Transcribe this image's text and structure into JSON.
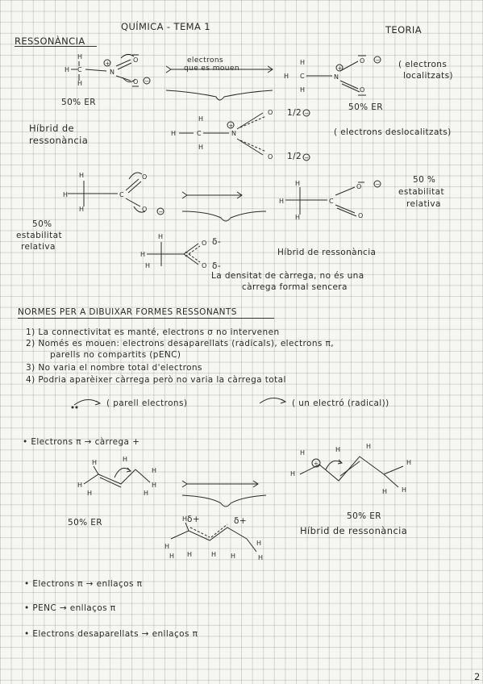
{
  "header": {
    "title": "QUÍMICA - TEMA 1",
    "section": "TEORIA",
    "topic": "RESSONÀNCIA",
    "page_number": "2"
  },
  "nitro": {
    "arrow_label_1": "electrons",
    "arrow_label_2": "que es mouen",
    "left_percent": "50% ER",
    "right_percent": "50% ER",
    "localized_label": "( electrons",
    "localized_label_2": "localitzats)",
    "hybrid_label_1": "Híbrid de",
    "hybrid_label_2": "ressonància",
    "delocalized_label": "( electrons deslocalitzats)",
    "half_charge": "1/2"
  },
  "carboxylate": {
    "left_percent_1": "50%",
    "left_percent_2": "estabilitat",
    "left_percent_3": "relativa",
    "right_percent_1": "50 %",
    "right_percent_2": "estabilitat",
    "right_percent_3": "relativa",
    "hybrid_label": "Híbrid de ressonància",
    "note_1": "La densitat de càrrega, no és una",
    "note_2": "càrrega formal sencera",
    "delta": "δ-"
  },
  "rules": {
    "heading": "NORMES PER A DIBUIXAR FORMES RESSONANTS",
    "items": [
      "1) La connectivitat es manté, electrons σ no intervenen",
      "2) Només es mouen: electrons desaparellats (radicals), electrons π,",
      "parells no compartits (pENC)",
      "3) No varia el nombre total d'electrons",
      "4) Podria aparèixer càrrega però no varia la càrrega total"
    ],
    "pair_label": "( parell electrons)",
    "single_label": "( un electró (radical))"
  },
  "allyl": {
    "bullet": "• Electrons π  → càrrega +",
    "left_percent": "50% ER",
    "right_percent": "50% ER",
    "hybrid_label": "Híbrid de ressonància",
    "delta_plus": "δ+"
  },
  "summary": {
    "items": [
      "• Electrons π → enllaços π",
      "• PENC → enllaços π",
      "• Electrons desaparellats → enllaços π"
    ]
  }
}
